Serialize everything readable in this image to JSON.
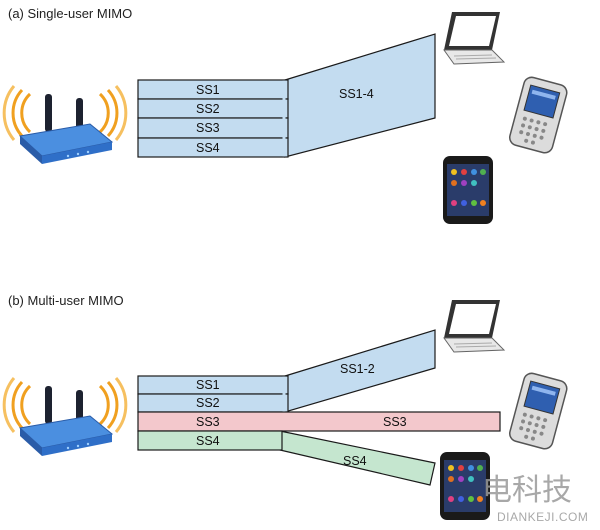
{
  "panel_a": {
    "title": "(a) Single-user MIMO",
    "streams": [
      "SS1",
      "SS2",
      "SS3",
      "SS4"
    ],
    "combined_label": "SS1-4"
  },
  "panel_b": {
    "title": "(b) Multi-user MIMO",
    "streams": [
      "SS1",
      "SS2",
      "SS3",
      "SS4"
    ],
    "beam_laptop_label": "SS1-2",
    "beam_pda_label": "SS3",
    "beam_phone_label": "SS4"
  },
  "watermark": {
    "logo_text": "电科技",
    "url": "DIANKEJI.COM"
  },
  "colors": {
    "stream_blue": "#c3dcf0",
    "stream_red": "#f3c8cc",
    "stream_green": "#c5e6cf",
    "router_blue": "#2f6fc8",
    "signal_orange": "#f0a020"
  },
  "icons": [
    "router-icon",
    "laptop-icon",
    "pda-phone-icon",
    "smartphone-icon"
  ]
}
